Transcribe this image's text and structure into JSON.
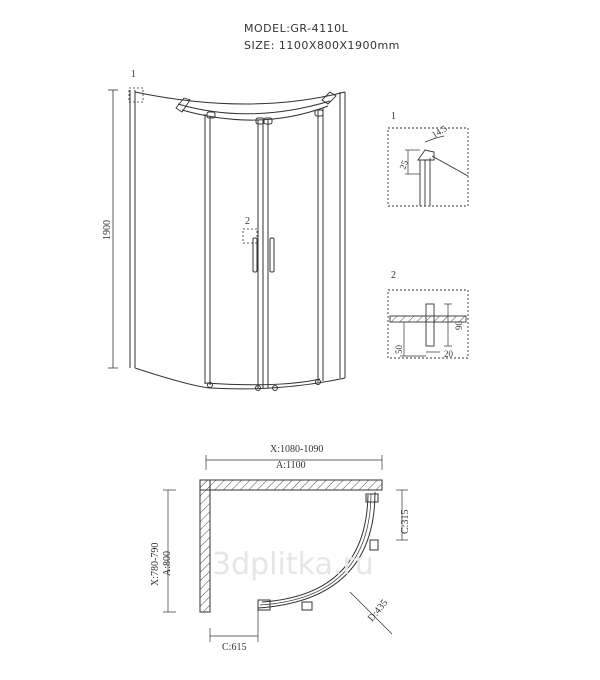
{
  "header": {
    "model": "MODEL:GR-4110L",
    "size": "SIZE: 1100X800X1900mm"
  },
  "front_view": {
    "callout_1": "1",
    "callout_2": "2",
    "height": "1900"
  },
  "detail_1": {
    "label": "1",
    "dim_a": "14.5",
    "dim_b": "25"
  },
  "detail_2": {
    "label": "2",
    "dim_height": "90",
    "dim_base": "50",
    "dim_offset": "20"
  },
  "plan_view": {
    "x_range": "X:1080-1090",
    "a_width": "A:1100",
    "y_range": "X:780-790",
    "a_depth": "A:800",
    "c_side": "C:315",
    "c_bottom": "C:615",
    "radius": "D:435"
  },
  "watermark": "3dplitka.ru",
  "colors": {
    "line": "#333333",
    "hatch": "#555555",
    "watermark": "#e8e8e8"
  }
}
